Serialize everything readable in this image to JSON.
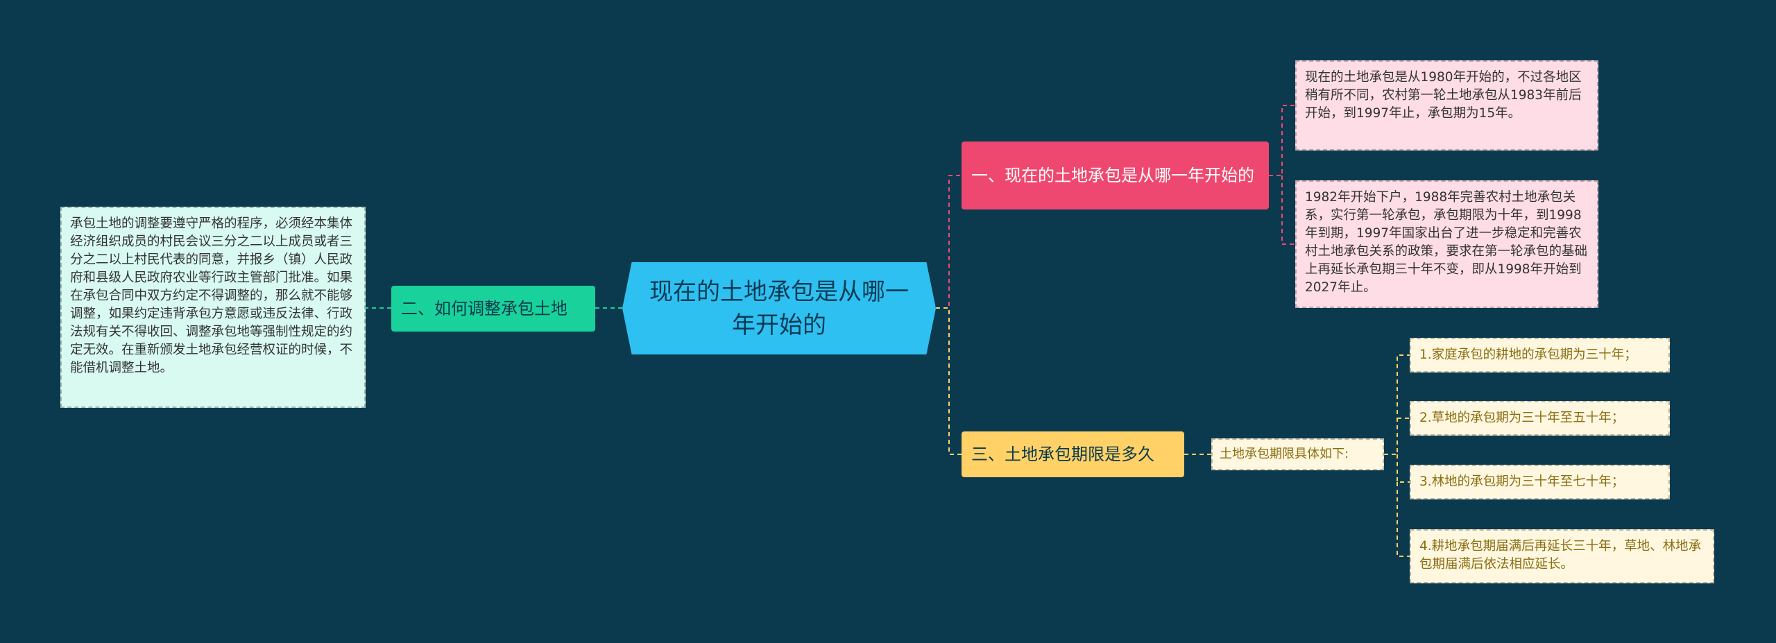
{
  "root": {
    "title": "现在的土地承包是从哪一年开始的"
  },
  "branches": {
    "b1": {
      "label": "一、现在的土地承包是从哪一年开始的",
      "notes": [
        "现在的土地承包是从1980年开始的，不过各地区稍有所不同，农村第一轮土地承包从1983年前后开始，到1997年止，承包期为15年。",
        "1982年开始下户，1988年完善农村土地承包关系，实行第一轮承包，承包期限为十年，到1998年到期，1997年国家出台了进一步稳定和完善农村土地承包关系的政策，要求在第一轮承包的基础上再延长承包期三十年不变，即从1998年开始到2027年止。"
      ]
    },
    "b2": {
      "label": "二、如何调整承包土地",
      "notes": [
        "承包土地的调整要遵守严格的程序，必须经本集体经济组织成员的村民会议三分之二以上成员或者三分之二以上村民代表的同意，并报乡（镇）人民政府和县级人民政府农业等行政主管部门批准。如果在承包合同中双方约定不得调整的，那么就不能够调整，如果约定违背承包方意愿或违反法律、行政法规有关不得收回、调整承包地等强制性规定的约定无效。在重新颁发土地承包经营权证的时候，不能借机调整土地。"
      ]
    },
    "b3": {
      "label": "三、土地承包期限是多久",
      "sub": "土地承包期限具体如下:",
      "items": [
        "1.家庭承包的耕地的承包期为三十年；",
        "2.草地的承包期为三十年至五十年；",
        "3.林地的承包期为三十年至七十年；",
        "4.耕地承包期届满后再延长三十年，草地、林地承包期届满后依法相应延长。"
      ]
    }
  },
  "colors": {
    "background": "#0b3a4e",
    "root": "#2ec0f0",
    "branch_red": "#ef4870",
    "branch_green": "#19d19a",
    "branch_yellow": "#ffd166",
    "leaf_pink": "#ffdde6",
    "leaf_mint": "#d8faf0",
    "leaf_cream": "#fff7df"
  }
}
